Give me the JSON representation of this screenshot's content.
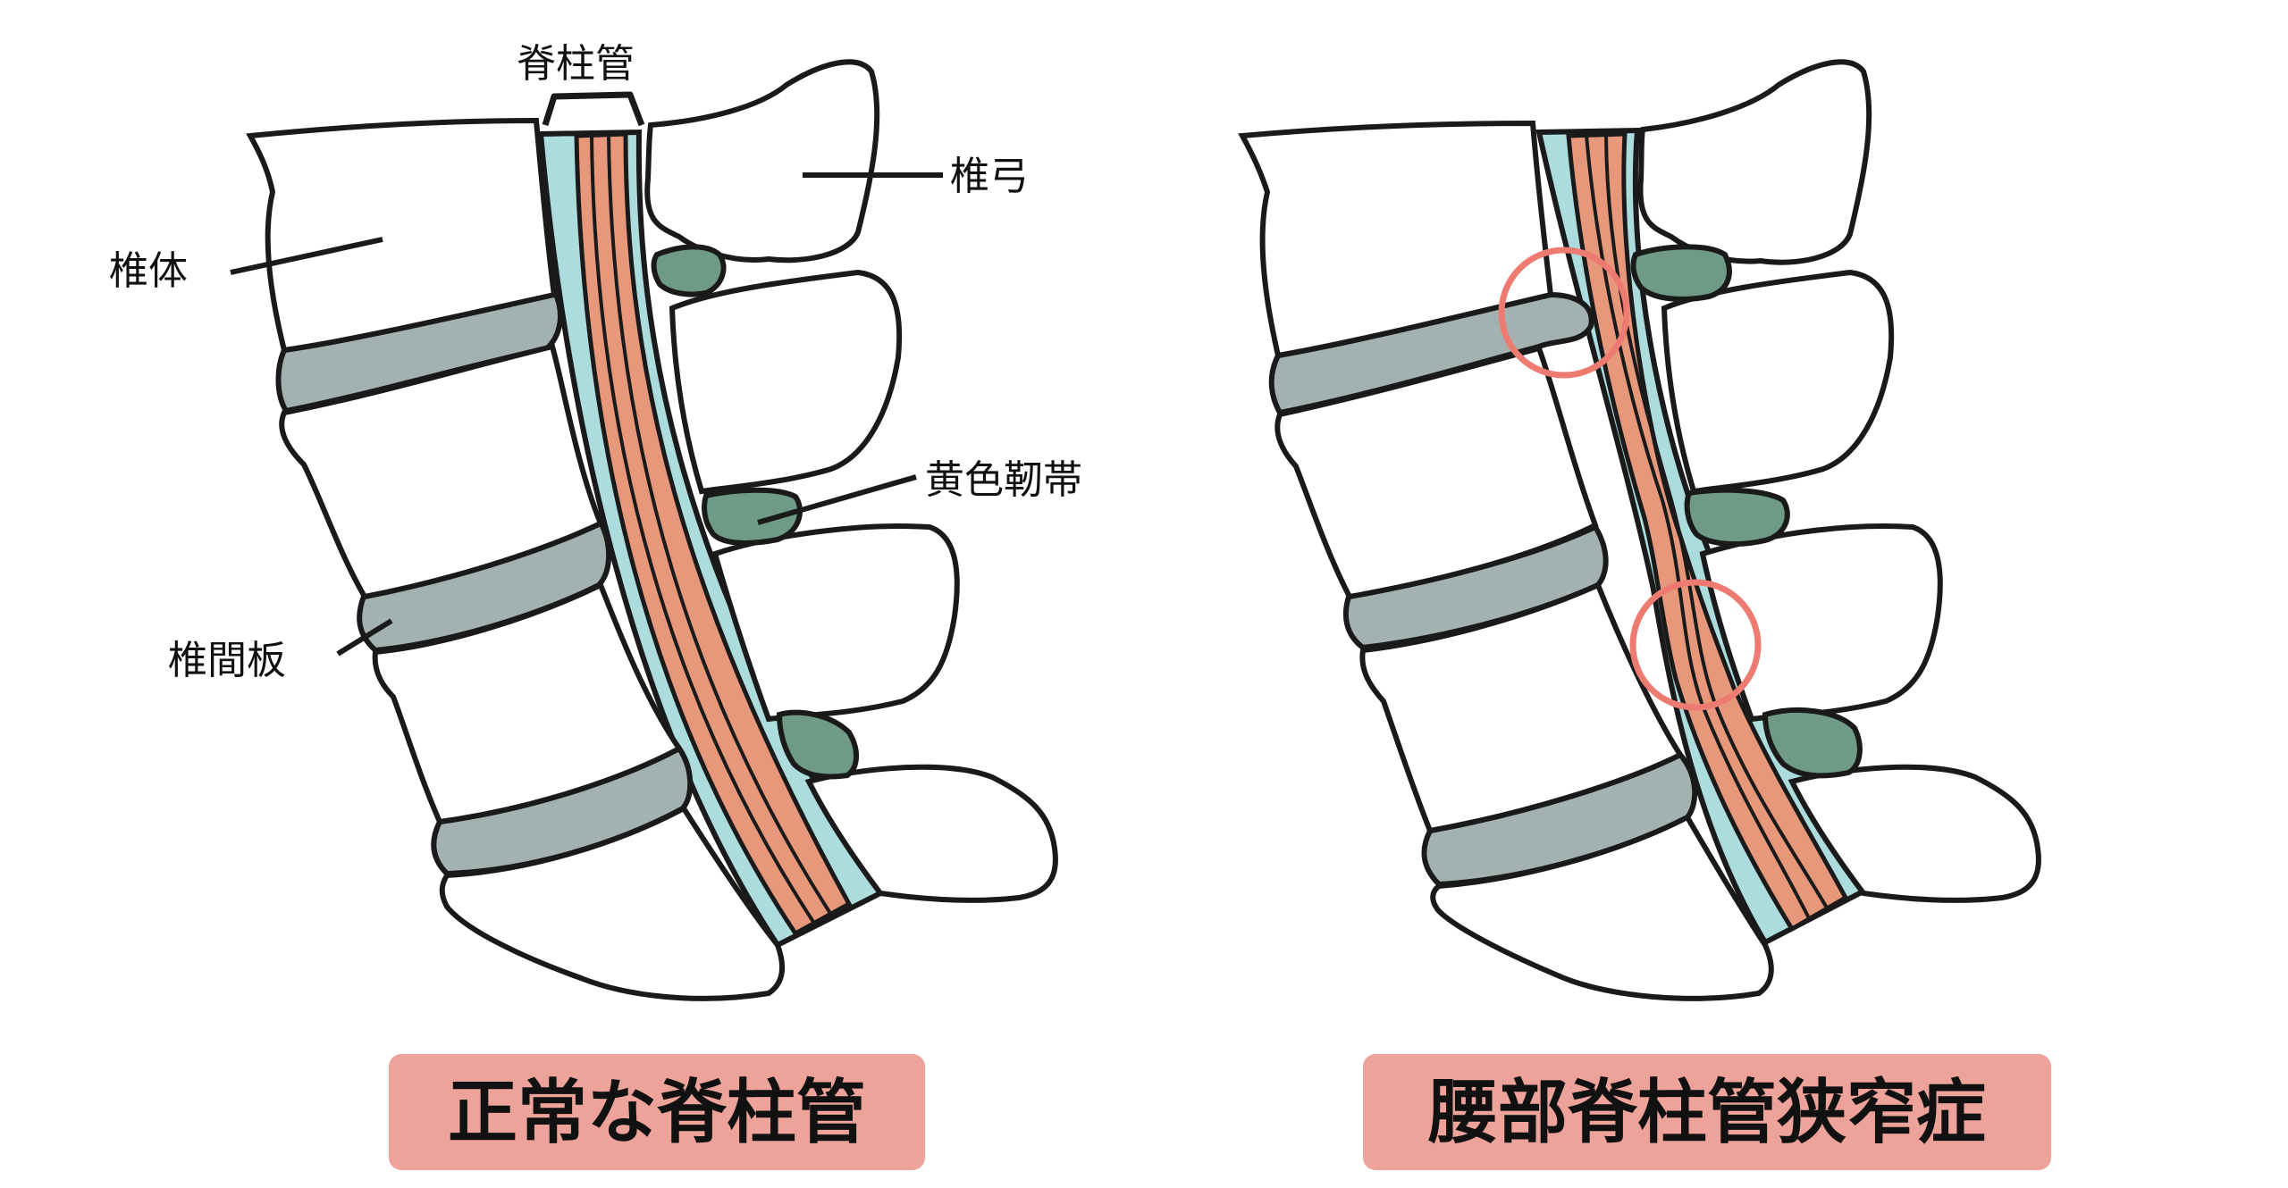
{
  "panels": {
    "normal": {
      "title": "正常な脊柱管",
      "labels": {
        "canal": "脊柱管",
        "arch": "椎弓",
        "body": "椎体",
        "ligament": "黄色靭帯",
        "disc": "椎間板"
      }
    },
    "stenosis": {
      "title": "腰部脊柱管狭窄症"
    }
  },
  "colors": {
    "bone": "#ffffff",
    "outline": "#1a1a1a",
    "disc": "#a3b2b1",
    "ligament": "#6e9a86",
    "canal": "#addcdf",
    "nerve": "#e8987a",
    "highlight_circle": "#ee7b72",
    "title_bg": "#eea39a"
  }
}
